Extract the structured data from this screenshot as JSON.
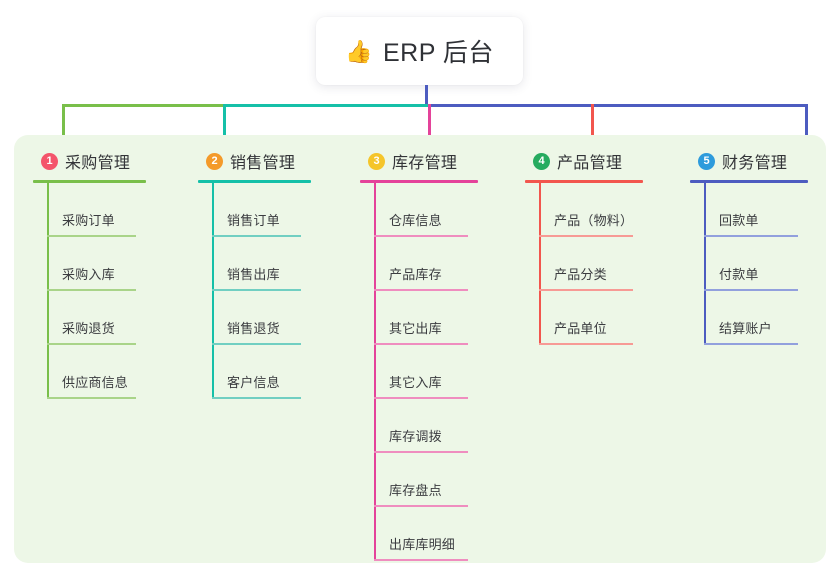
{
  "root": {
    "icon": "thumbs-up-icon",
    "icon_glyph": "👍",
    "label": "ERP 后台"
  },
  "palette": {
    "panel_bg": "#edf7e7",
    "page_bg": "#ffffff",
    "text": "#333438",
    "trunk": "#4d5cc0"
  },
  "columns": [
    {
      "number": "1",
      "title": "采购管理",
      "badge_color": "#f4556b",
      "line_color": "#79bf4a",
      "leaf_rule_color": "#a9d489",
      "items": [
        "采购订单",
        "采购入库",
        "采购退货",
        "供应商信息"
      ]
    },
    {
      "number": "2",
      "title": "销售管理",
      "badge_color": "#f49a2a",
      "line_color": "#15c0a8",
      "leaf_rule_color": "#71cfc2",
      "items": [
        "销售订单",
        "销售出库",
        "销售退货",
        "客户信息"
      ]
    },
    {
      "number": "3",
      "title": "库存管理",
      "badge_color": "#f5c52a",
      "line_color": "#e4439a",
      "leaf_rule_color": "#ef8dbf",
      "items": [
        "仓库信息",
        "产品库存",
        "其它出库",
        "其它入库",
        "库存调拨",
        "库存盘点",
        "出库库明细"
      ]
    },
    {
      "number": "4",
      "title": "产品管理",
      "badge_color": "#26ab5f",
      "line_color": "#f2564e",
      "leaf_rule_color": "#f79a95",
      "items": [
        "产品（物料）",
        "产品分类",
        "产品单位"
      ]
    },
    {
      "number": "5",
      "title": "财务管理",
      "badge_color": "#2e9bdc",
      "line_color": "#4d5cc0",
      "leaf_rule_color": "#92a0dd",
      "items": [
        "回款单",
        "付款单",
        "结算账户"
      ]
    }
  ]
}
